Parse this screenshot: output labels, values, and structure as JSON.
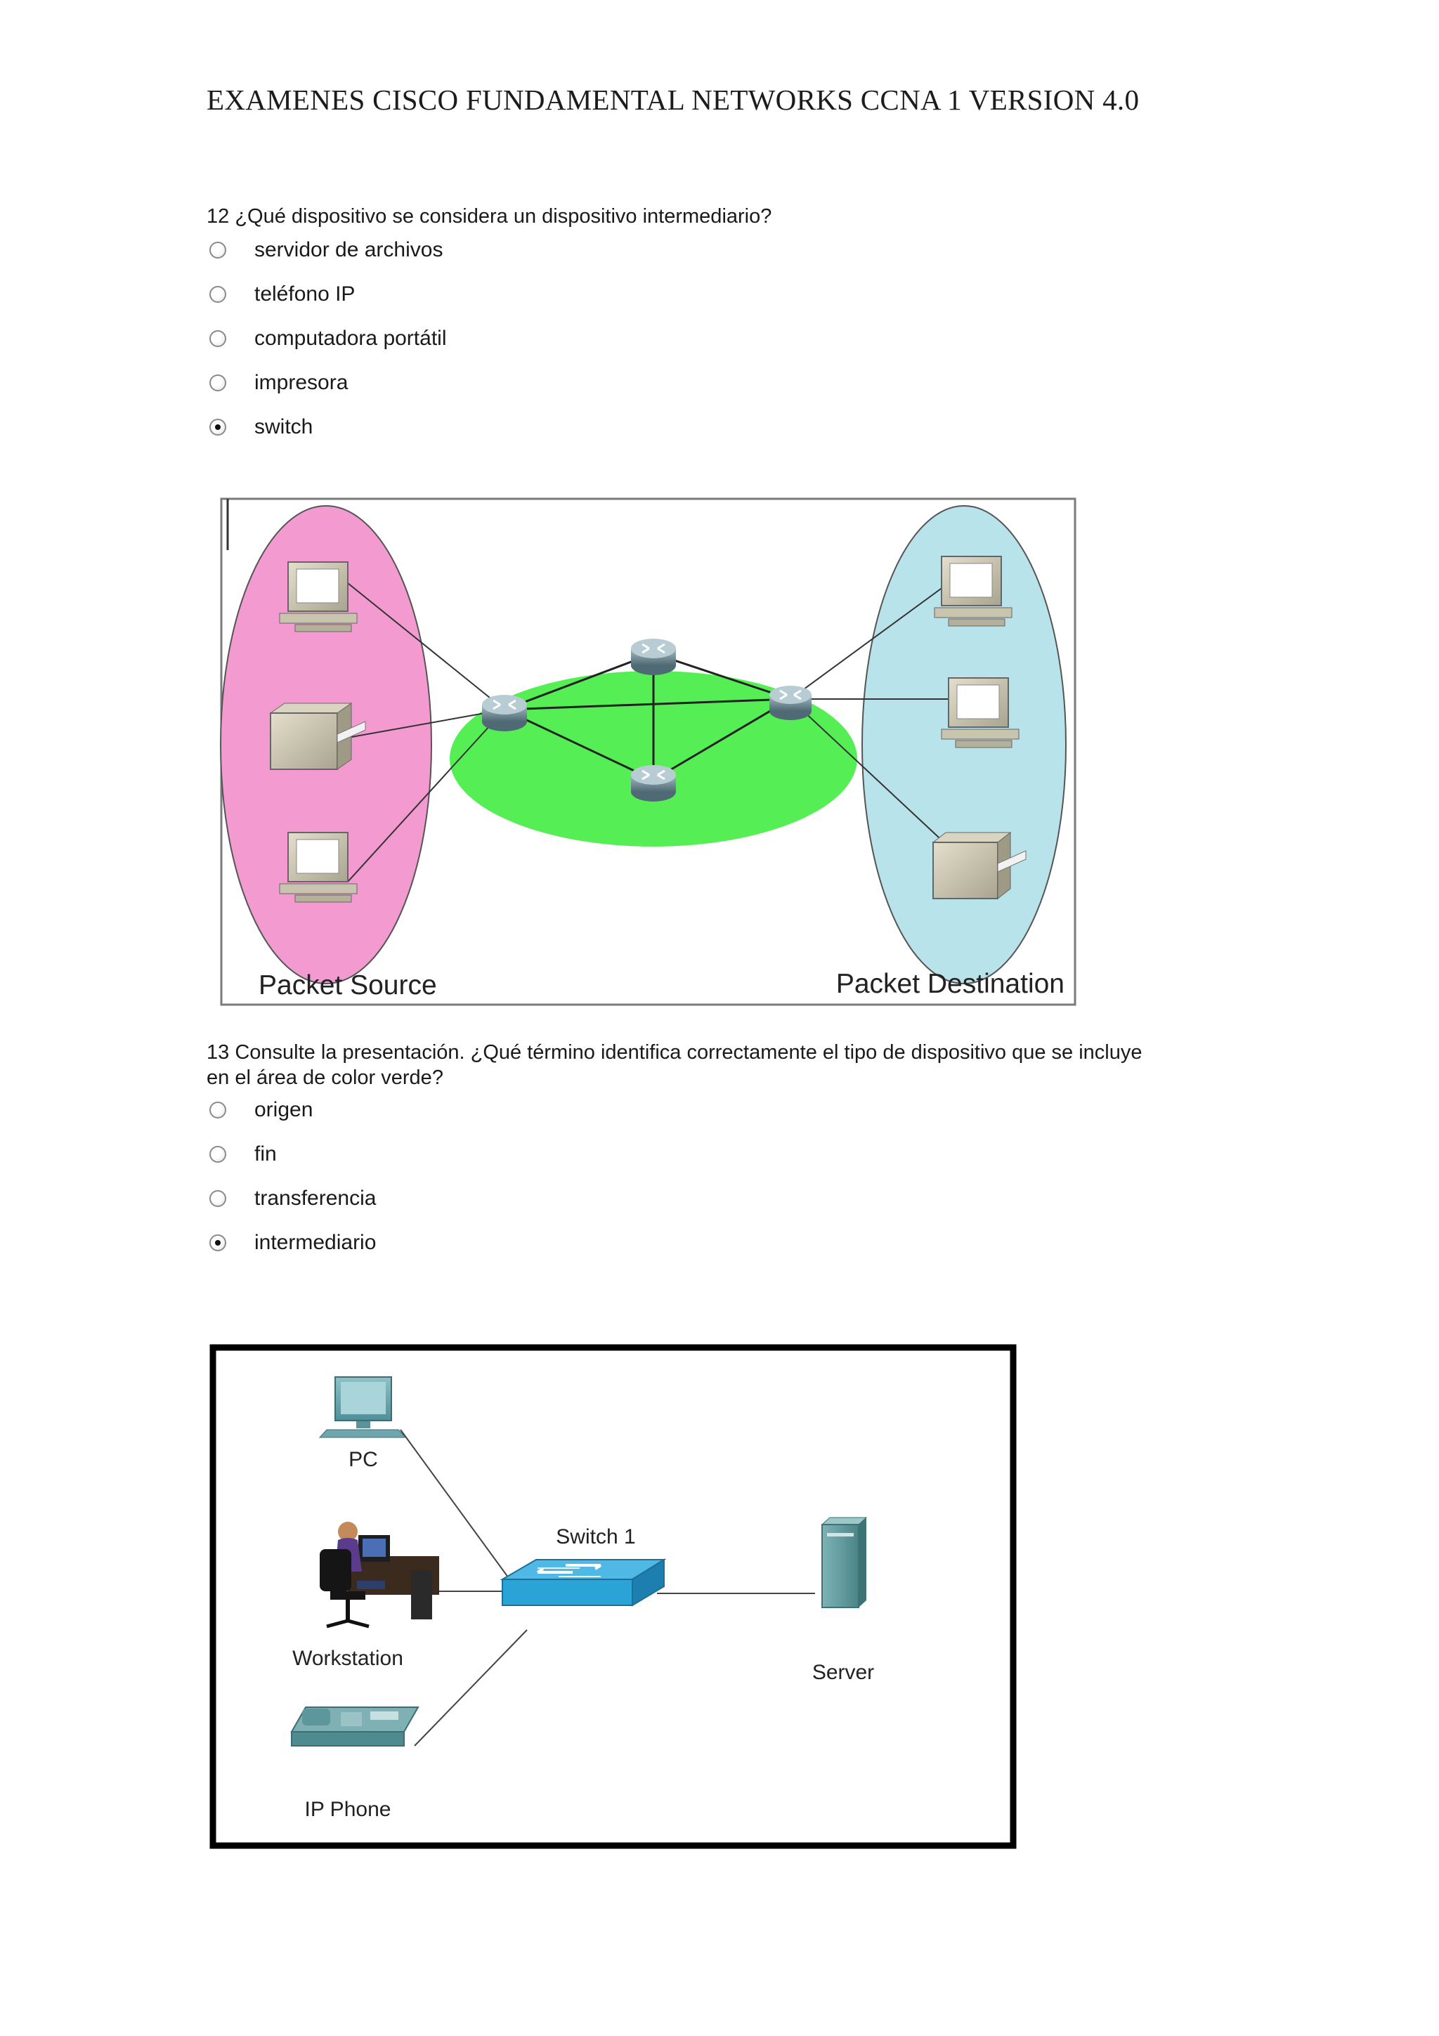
{
  "document": {
    "title": "EXAMENES CISCO FUNDAMENTAL NETWORKS CCNA 1 VERSION 4.0"
  },
  "question12": {
    "text": "12 ¿Qué dispositivo se considera un dispositivo intermediario?",
    "options": [
      {
        "label": "servidor de archivos",
        "selected": false
      },
      {
        "label": "teléfono IP",
        "selected": false
      },
      {
        "label": "computadora portátil",
        "selected": false
      },
      {
        "label": "impresora",
        "selected": false
      },
      {
        "label": "switch",
        "selected": true
      }
    ]
  },
  "figure1": {
    "left_label": "Packet Source",
    "right_label": "Packet Destination",
    "colors": {
      "source": "#f39bd0",
      "network": "#55ee55",
      "destination": "#b9e3ea"
    }
  },
  "question13": {
    "text_line1": "13 Consulte la presentación. ¿Qué término identifica correctamente el tipo de dispositivo que se incluye",
    "text_line2": "en el área de color verde?",
    "options": [
      {
        "label": "origen",
        "selected": false
      },
      {
        "label": "fin",
        "selected": false
      },
      {
        "label": "transferencia",
        "selected": false
      },
      {
        "label": "intermediario",
        "selected": true
      }
    ]
  },
  "figure2": {
    "labels": {
      "pc": "PC",
      "workstation": "Workstation",
      "ip_phone": "IP Phone",
      "switch": "Switch 1",
      "server": "Server"
    },
    "colors": {
      "switch": "#2aa3d6",
      "server": "#5f9ea0"
    }
  }
}
